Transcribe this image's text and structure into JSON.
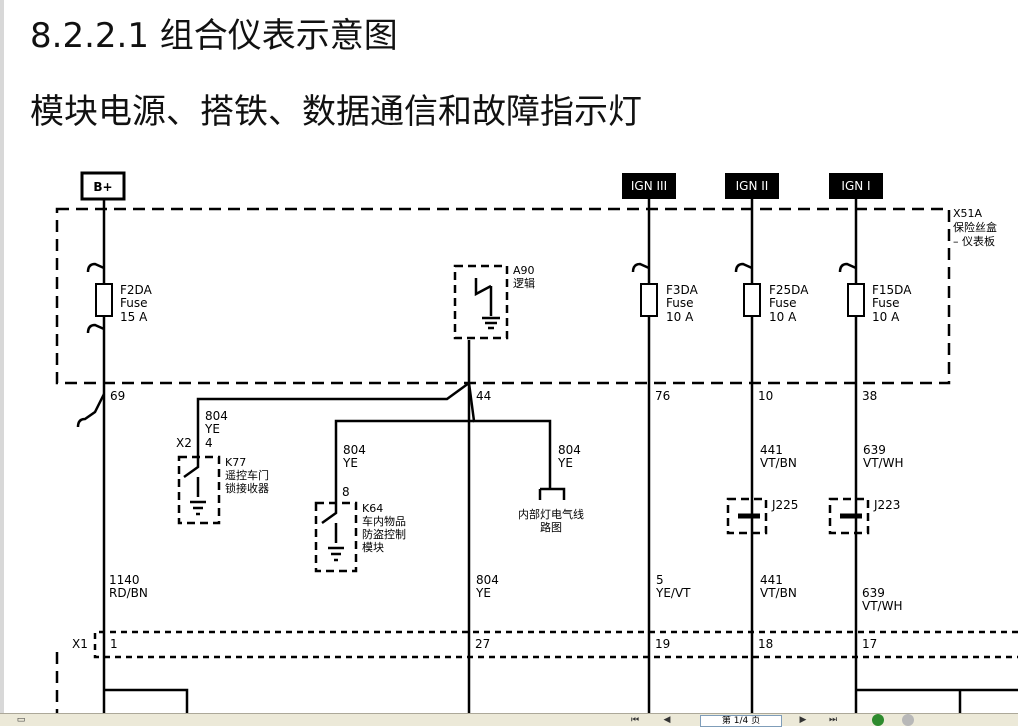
{
  "heading": {
    "section": "8.2.2.1 组合仪表示意图",
    "subtitle": "模块电源、搭铁、数据通信和故障指示灯"
  },
  "power_sources": {
    "b_plus": "B+",
    "ign3": "IGN III",
    "ign2": "IGN II",
    "ign1": "IGN I"
  },
  "fuse_box": {
    "id": "X51A",
    "name_line1": "保险丝盒",
    "name_line2": "– 仪表板"
  },
  "fuses": [
    {
      "name": "F2DA",
      "type": "Fuse",
      "rating": "15 A"
    },
    {
      "name": "F3DA",
      "type": "Fuse",
      "rating": "10 A"
    },
    {
      "name": "F25DA",
      "type": "Fuse",
      "rating": "10 A"
    },
    {
      "name": "F15DA",
      "type": "Fuse",
      "rating": "10 A"
    }
  ],
  "logic": {
    "id": "A90",
    "name": "逻辑"
  },
  "box_pins": {
    "p69": "69",
    "p44": "44",
    "p76": "76",
    "p10": "10",
    "p38": "38"
  },
  "wires": {
    "w804_k77": {
      "num": "804",
      "color": "YE"
    },
    "w804_k64": {
      "num": "804",
      "color": "YE"
    },
    "w804_lamp": {
      "num": "804",
      "color": "YE"
    },
    "w441_a": {
      "num": "441",
      "color": "VT/BN"
    },
    "w639_a": {
      "num": "639",
      "color": "VT/WH"
    },
    "w1140": {
      "num": "1140",
      "color": "RD/BN"
    },
    "w804_b": {
      "num": "804",
      "color": "YE"
    },
    "w5": {
      "num": "5",
      "color": "YE/VT"
    },
    "w441_b": {
      "num": "441",
      "color": "VT/BN"
    },
    "w639_b": {
      "num": "639",
      "color": "VT/WH"
    }
  },
  "k77": {
    "connector": "X2",
    "pin": "4",
    "id": "K77",
    "line1": "遥控车门",
    "line2": "锁接收器"
  },
  "k64": {
    "pin": "8",
    "id": "K64",
    "line1": "车内物品",
    "line2": "防盗控制",
    "line3": "模块"
  },
  "lamp_ref": {
    "line1": "内部灯电气线",
    "line2": "路图"
  },
  "splices": {
    "j225": "J225",
    "j223": "J223"
  },
  "x1": {
    "id": "X1",
    "pins": [
      "1",
      "27",
      "19",
      "18",
      "17"
    ]
  },
  "statusbar": {
    "page": "第 1/4 页"
  }
}
